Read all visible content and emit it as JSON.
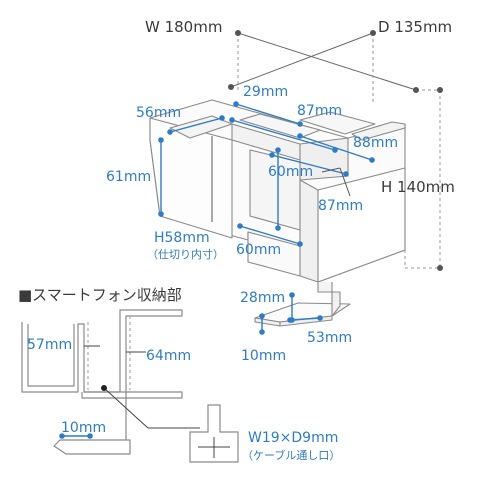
{
  "dims": {
    "width": "W 180mm",
    "depth": "D 135mm",
    "height": "H 140mm",
    "top_29": "29mm",
    "top_87": "87mm",
    "left_56": "56mm",
    "right_88": "88mm",
    "inner_60_upper": "60mm",
    "side_61": "61mm",
    "mid_87": "87mm",
    "h58": "H58mm",
    "h58_note": "（仕切り内寸）",
    "bottom_60": "60mm",
    "tray_28": "28mm",
    "tray_53": "53mm",
    "tray_10": "10mm"
  },
  "section": {
    "title": "■スマートフォン収納部",
    "d57": "57mm",
    "d64": "64mm",
    "d10": "10mm",
    "cable_size": "W19×D9mm",
    "cable_note": "（ケーブル通し口）"
  },
  "colors": {
    "accent": "#2e7dc4",
    "ink": "#3a3a3a",
    "outline": "#8a8a8a",
    "guide": "#999999"
  }
}
